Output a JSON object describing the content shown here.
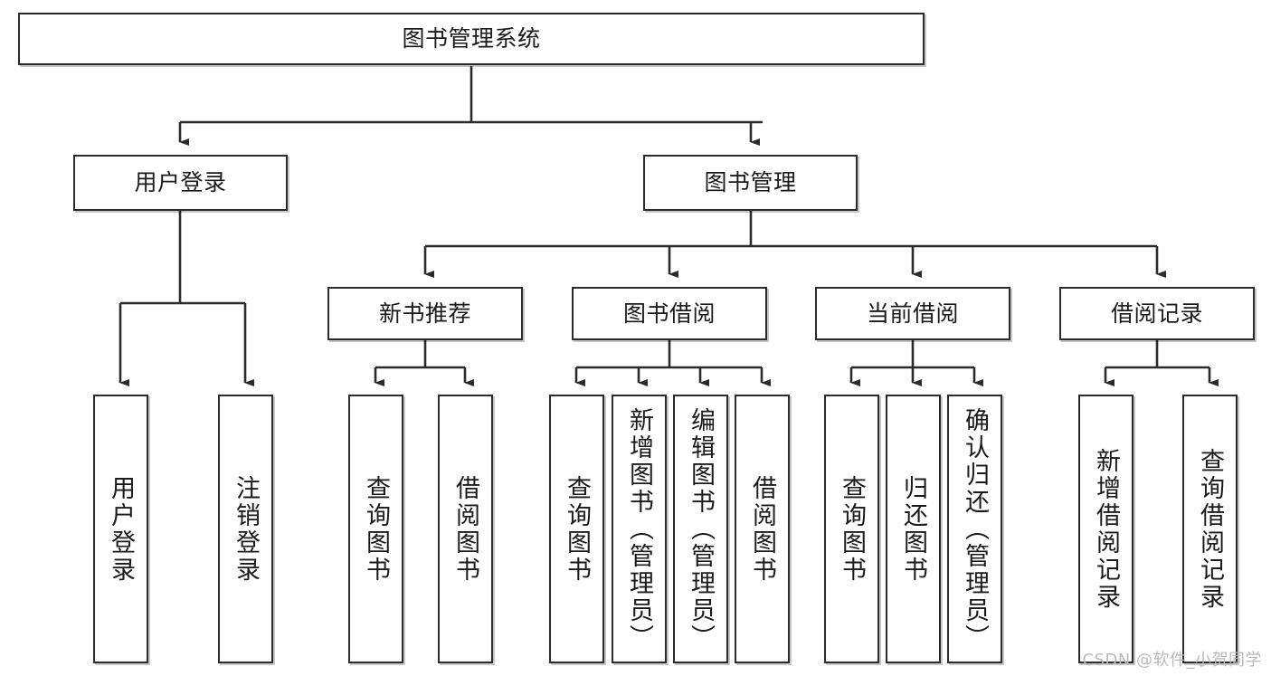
{
  "diagram": {
    "type": "tree-hierarchy",
    "title": "图书管理系统",
    "watermark": "CSDN @软件_小贺同学",
    "colors": {
      "box_border": "#2b2b2b",
      "box_fill": "#ffffff",
      "connector": "#2b2b2b",
      "text": "#1a1a1a",
      "watermark": "#b9b9b9",
      "background": "#ffffff"
    },
    "nodes": {
      "root": {
        "label": "图书管理系统"
      },
      "level2": [
        {
          "id": "user-login",
          "label": "用户登录"
        },
        {
          "id": "book-manage",
          "label": "图书管理"
        }
      ],
      "level3": [
        {
          "id": "new-book-recommend",
          "label": "新书推荐"
        },
        {
          "id": "book-borrow",
          "label": "图书借阅"
        },
        {
          "id": "current-borrow",
          "label": "当前借阅"
        },
        {
          "id": "borrow-record",
          "label": "借阅记录"
        }
      ],
      "leaves": {
        "user-login": [
          {
            "id": "leaf-user-login",
            "label": "用户登录"
          },
          {
            "id": "leaf-user-logout",
            "label": "注销登录"
          }
        ],
        "new-book-recommend": [
          {
            "id": "leaf-query-book-1",
            "label": "查询图书"
          },
          {
            "id": "leaf-borrow-book-1",
            "label": "借阅图书"
          }
        ],
        "book-borrow": [
          {
            "id": "leaf-query-book-2",
            "label": "查询图书"
          },
          {
            "id": "leaf-add-book",
            "label": "新增图书（管理员）"
          },
          {
            "id": "leaf-edit-book",
            "label": "编辑图书（管理员）"
          },
          {
            "id": "leaf-borrow-book-2",
            "label": "借阅图书"
          }
        ],
        "current-borrow": [
          {
            "id": "leaf-query-book-3",
            "label": "查询图书"
          },
          {
            "id": "leaf-return-book",
            "label": "归还图书"
          },
          {
            "id": "leaf-confirm-return",
            "label": "确认归还（管理员）"
          }
        ],
        "borrow-record": [
          {
            "id": "leaf-add-record",
            "label": "新增借阅记录"
          },
          {
            "id": "leaf-query-record",
            "label": "查询借阅记录"
          }
        ]
      }
    }
  }
}
